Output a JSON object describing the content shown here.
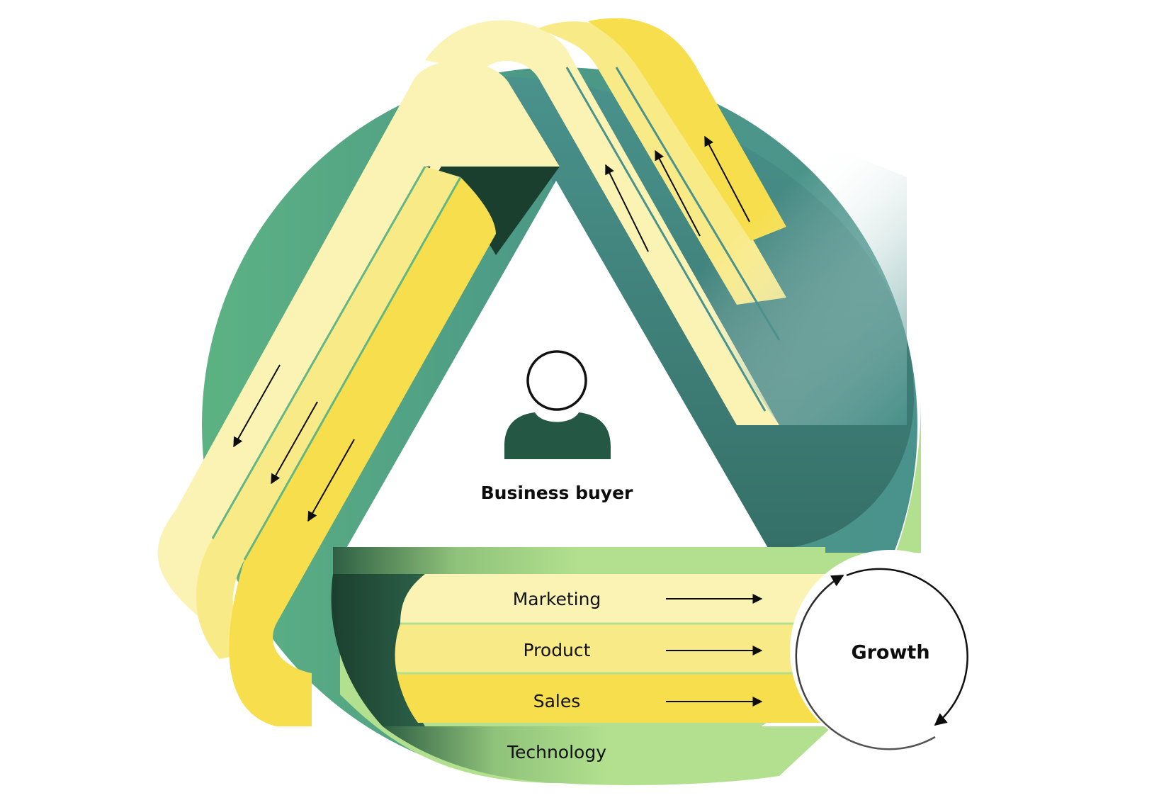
{
  "center": {
    "label": "Business buyer",
    "icon": "person-icon"
  },
  "bands": [
    {
      "label": "Marketing",
      "color": "#FBF3B3"
    },
    {
      "label": "Product",
      "color": "#F9EA88"
    },
    {
      "label": "Sales",
      "color": "#F6DE4C"
    }
  ],
  "base": {
    "label": "Technology",
    "color": "#B2E08E"
  },
  "cycle": {
    "label": "Growth"
  },
  "colors": {
    "teal": "#4A928C",
    "teal_dark": "#3E7F79",
    "green": "#62B686",
    "green_dark": "#1B3F2E",
    "lime": "#B2E08E",
    "person": "#255844"
  }
}
